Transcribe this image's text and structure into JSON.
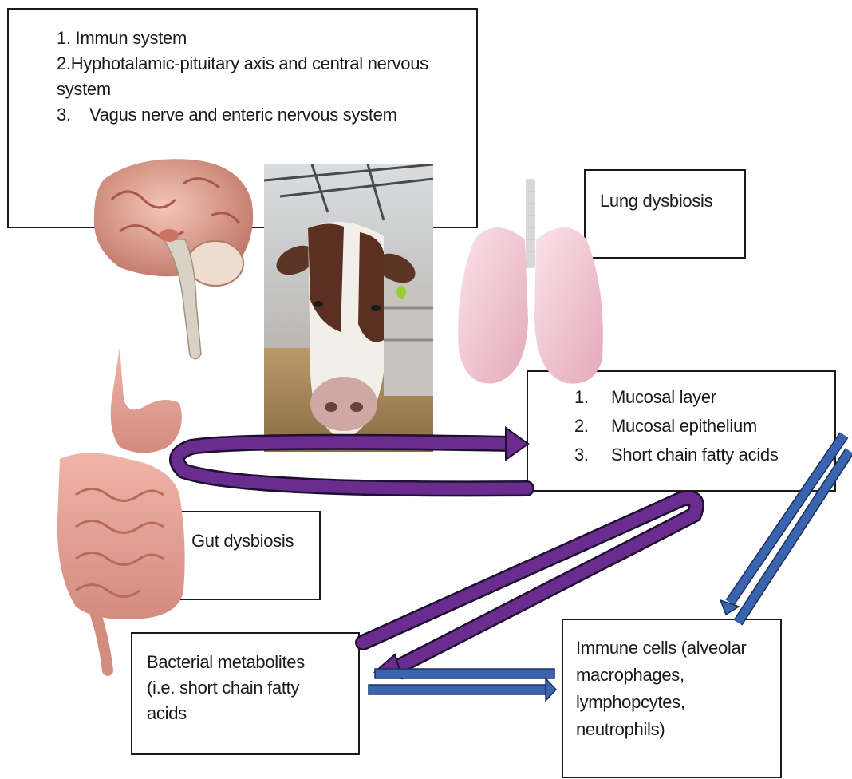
{
  "top_box": {
    "items": [
      "1. Immun system",
      "2.Hyphotalamic-pituitary axis and central nervous system",
      "3.    Vagus nerve and enteric nervous system"
    ]
  },
  "lung_box": {
    "label": "Lung dysbiosis"
  },
  "mucosal_box": {
    "items": [
      {
        "num": "1.",
        "text": "Mucosal layer"
      },
      {
        "num": "2.",
        "text": "Mucosal epithelium"
      },
      {
        "num": "3.",
        "text": "Short chain fatty acids"
      }
    ]
  },
  "gut_box": {
    "label": "Gut dysbiosis"
  },
  "metabolites_box": {
    "lines": [
      "Bacterial metabolites",
      "(i.e. short chain fatty",
      "acids"
    ]
  },
  "immune_box": {
    "lines": [
      "Immune cells (alveolar",
      "macrophages,",
      "lymphopcytes,",
      "neutrophils)"
    ]
  },
  "colors": {
    "purple_arrow": "#6a2c8e",
    "blue_arrow": "#3a63b0",
    "organ_pink": "#e8a7a0",
    "lung_pink": "#f3c9d3"
  },
  "icons": [
    "brain-icon",
    "cow-photo",
    "lungs-icon",
    "digestive-tract-icon"
  ]
}
